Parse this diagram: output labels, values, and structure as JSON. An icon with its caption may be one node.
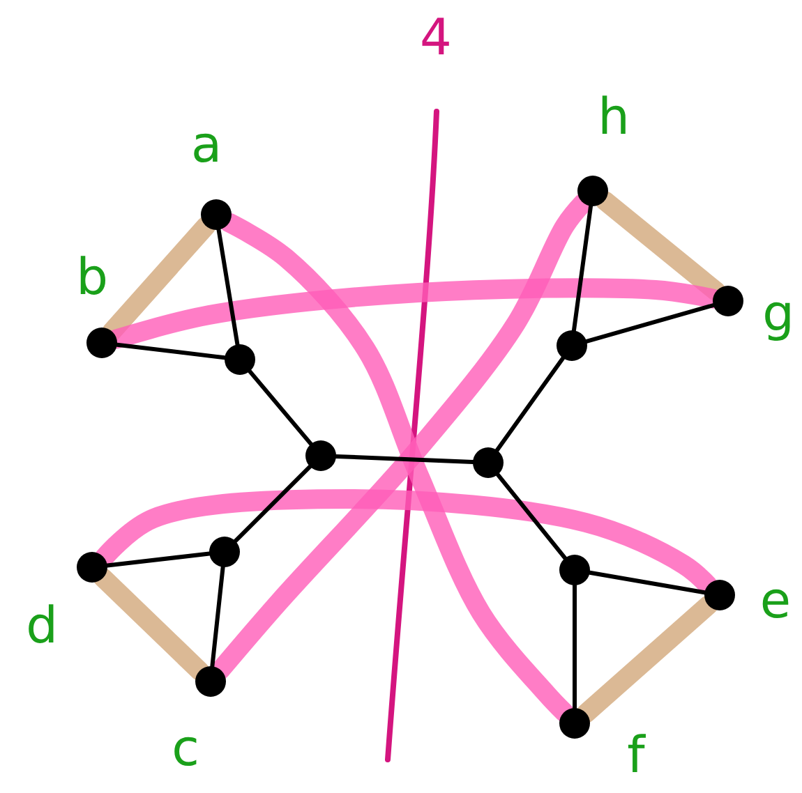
{
  "diagram": {
    "nodes": [
      {
        "text": [
          "a"
        ]
      },
      {
        "text": [
          "h"
        ]
      },
      {
        "text": [
          "b"
        ]
      },
      {
        "text": [
          "g"
        ]
      },
      {
        "text": [],
        "shape": "circle"
      },
      {
        "text": [],
        "shape": "circle"
      },
      {
        "text": [],
        "shape": "circle"
      },
      {
        "text": [],
        "shape": "circle"
      },
      {
        "text": [],
        "shape": "circle"
      },
      {
        "text": [
          "d"
        ]
      },
      {
        "text": [],
        "shape": "circle"
      },
      {
        "text": [
          "e"
        ]
      },
      {
        "text": [
          "c"
        ]
      },
      {
        "text": [
          "f"
        ]
      }
    ],
    "edges": [
      {
        "from": 0,
        "to": 4,
        "arrow": "none"
      },
      {
        "from": 2,
        "to": 4,
        "arrow": "none"
      },
      {
        "from": 4,
        "to": 6,
        "arrow": "none"
      },
      {
        "from": 1,
        "to": 5,
        "arrow": "none"
      },
      {
        "from": 3,
        "to": 5,
        "arrow": "none"
      },
      {
        "from": 5,
        "to": 7,
        "arrow": "none"
      },
      {
        "from": 6,
        "to": 7,
        "arrow": "none"
      },
      {
        "from": 6,
        "to": 8,
        "arrow": "none"
      },
      {
        "from": 8,
        "to": 9,
        "arrow": "none"
      },
      {
        "from": 8,
        "to": 12,
        "arrow": "none"
      },
      {
        "from": 7,
        "to": 10,
        "arrow": "none"
      },
      {
        "from": 10,
        "to": 11,
        "arrow": "none"
      },
      {
        "from": 10,
        "to": 13,
        "arrow": "none"
      },
      {
        "from": 0,
        "to": 2,
        "arrow": "none",
        "style": "thick",
        "color": "#d2a77a"
      },
      {
        "from": 1,
        "to": 3,
        "arrow": "none",
        "style": "thick",
        "color": "#d2a77a"
      },
      {
        "from": 9,
        "to": 12,
        "arrow": "none",
        "style": "thick",
        "color": "#d2a77a"
      },
      {
        "from": 11,
        "to": 13,
        "arrow": "none",
        "style": "thick",
        "color": "#d2a77a"
      },
      {
        "from": 0,
        "to": 13,
        "arrow": "none",
        "style": "thick",
        "color": "#ff5cb8"
      },
      {
        "from": 2,
        "to": 3,
        "arrow": "none",
        "style": "thick",
        "color": "#ff5cb8"
      },
      {
        "from": 9,
        "to": 11,
        "arrow": "none",
        "style": "thick",
        "color": "#ff5cb8"
      },
      {
        "from": 12,
        "to": 1,
        "arrow": "none",
        "style": "thick",
        "color": "#ff5cb8"
      }
    ],
    "labels": [
      "4"
    ]
  }
}
